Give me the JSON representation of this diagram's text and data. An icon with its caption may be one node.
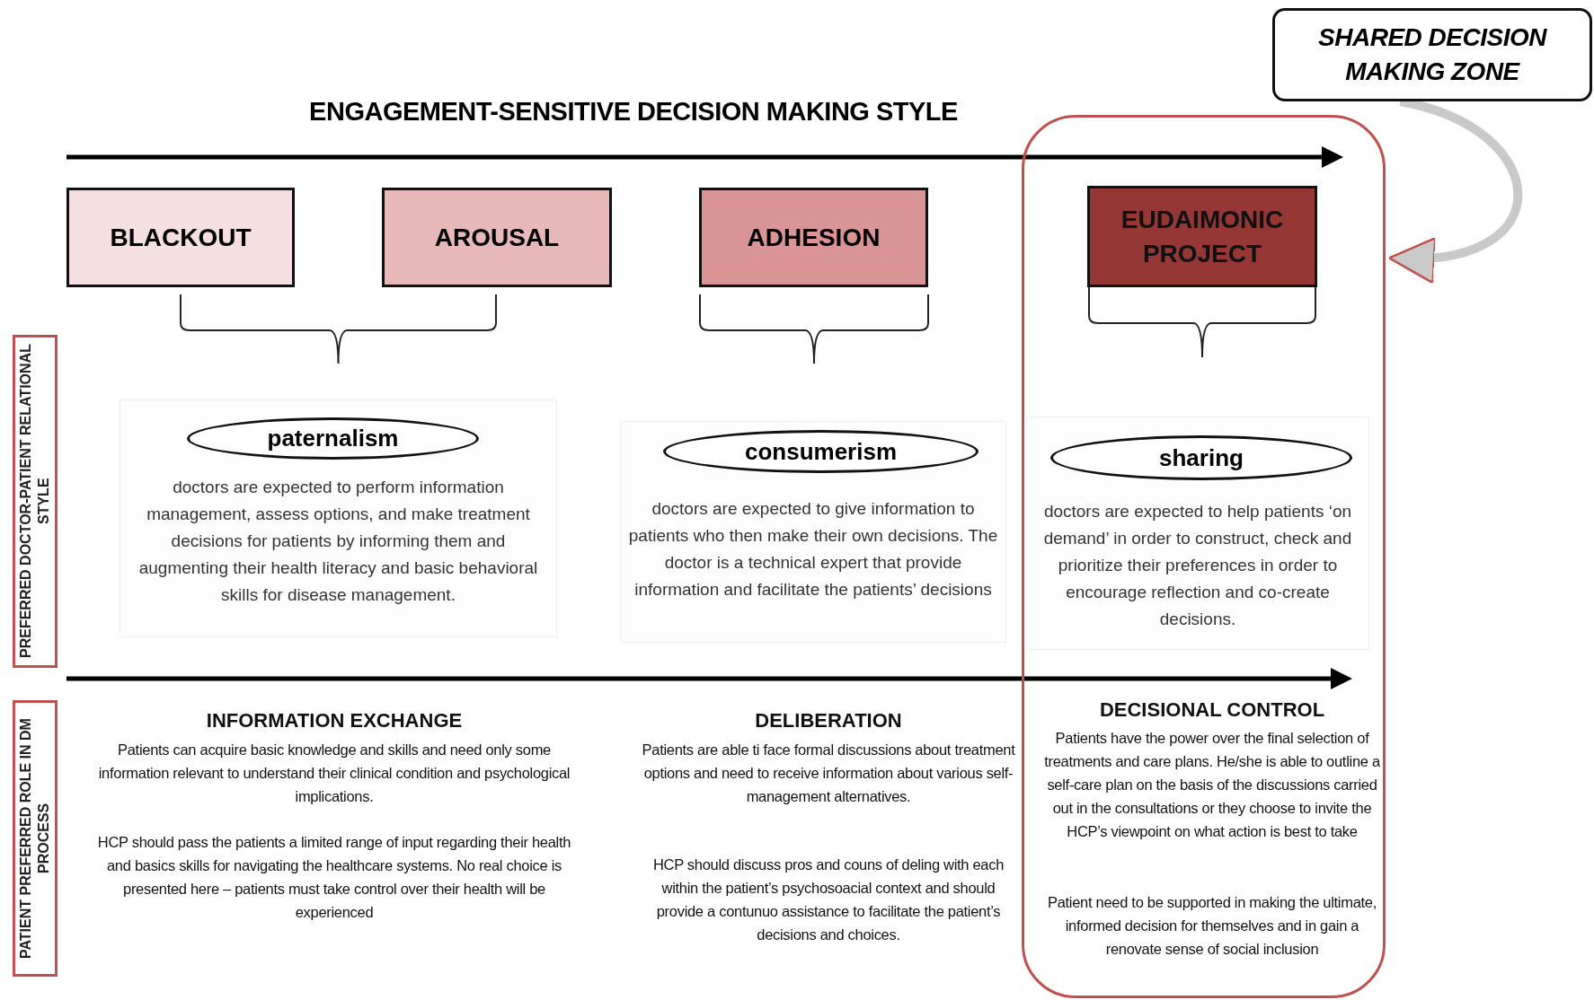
{
  "diagram": {
    "title": "ENGAGEMENT-SENSITIVE DECISION MAKING STYLE",
    "nodes": [
      {
        "text": [
          "SHARED DECISION MAKING ZONE"
        ]
      },
      {
        "text": [
          "BLACKOUT"
        ]
      },
      {
        "text": [
          "AROUSAL"
        ]
      },
      {
        "text": [
          "ADHESION"
        ]
      },
      {
        "text": [],
        "shape": "box"
      },
      {
        "text": [
          "EUDAIMONIC PROJECT"
        ],
        "in": 4
      },
      {
        "text": [
          "PREFERRED DOCTOR-PATIENT RELATIONAL STYLE"
        ]
      },
      {
        "text": [
          "doctors are expected to perform information management, assess options, and make treatment decisions for patients by informing them and augmenting their health literacy and basic behavioral skills for disease management."
        ]
      },
      {
        "text": [
          "paternalism"
        ],
        "in": 7
      },
      {
        "text": [
          "doctors are expected to give information to patients who then make their own decisions. The doctor is a technical expert that provide information and facilitate the patients’ decisions"
        ]
      },
      {
        "text": [
          "consumerism"
        ],
        "in": 9
      },
      {
        "text": [
          "doctors are expected to help patients ‘on demand’ in order to construct, check and prioritize their preferences in order to encourage reflection and co-create decisions."
        ],
        "in": 4
      },
      {
        "text": [
          "sharing"
        ],
        "in": 11
      },
      {
        "text": [
          "PATIENT PREFERRED ROLE IN DM PROCESS"
        ]
      }
    ],
    "edges": [
      {
        "from": 0,
        "to": 4,
        "arrow": "to"
      }
    ],
    "labels": [
      "INFORMATION EXCHANGE",
      "Patients can acquire basic knowledge and skills and need only some information relevant to understand their clinical condition and psychological implications.",
      "HCP should pass the patients a limited range of input regarding their health and basics skills for navigating the healthcare systems. No real choice is presented here – patients must take control over their health will be experienced",
      "DELIBERATION",
      "Patients are able ti face formal discussions about treatment options and need to receive information about various self-management alternatives.",
      "HCP should discuss pros and couns of deling with each within the patient’s psychosoacial context and should provide a contunuo assistance to facilitate the patient’s decisions and choices.",
      "DECISIONAL CONTROL",
      "Patients have the power over the final selection of treatments and care plans. He/she is able to outline a self-care plan on the basis of the discussions carried out in the consultations or they choose to invite the HCP’s viewpoint on what action is best to take",
      "Patient need to be supported in making the ultimate, informed decision for themselves and in gain a renovate sense of social inclusion"
    ]
  }
}
